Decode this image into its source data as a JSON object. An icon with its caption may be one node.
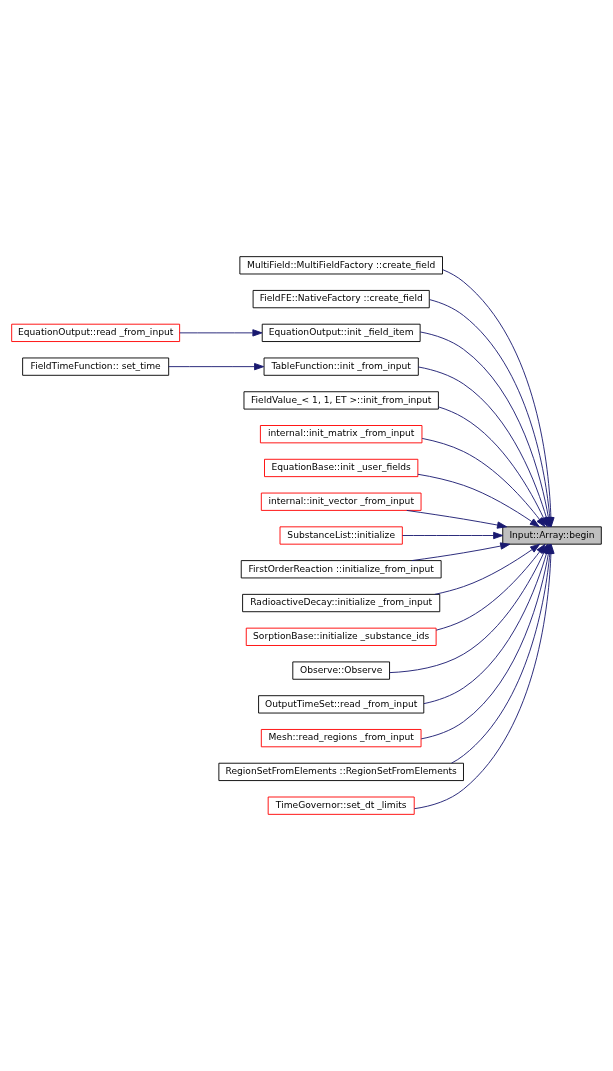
{
  "diagram": {
    "nodes": [
      {
        "text": [
          "MultiField::MultiFieldFactory ::create_field"
        ]
      },
      {
        "text": [
          "FieldFE::NativeFactory ::create_field"
        ]
      },
      {
        "text": [
          "EquationOutput::read _from_input"
        ]
      },
      {
        "text": [
          "EquationOutput::init _field_item"
        ]
      },
      {
        "text": [
          "FieldTimeFunction:: set_time"
        ]
      },
      {
        "text": [
          "TableFunction::init _from_input"
        ]
      },
      {
        "text": [
          "FieldValue_< 1, 1, ET >::init_from_input"
        ]
      },
      {
        "text": [
          "internal::init_matrix _from_input"
        ]
      },
      {
        "text": [
          "EquationBase::init _user_fields"
        ]
      },
      {
        "text": [
          "internal::init_vector _from_input"
        ]
      },
      {
        "text": [
          "SubstanceList::initialize"
        ]
      },
      {
        "text": [
          "Input::Array::begin"
        ]
      },
      {
        "text": [
          "FirstOrderReaction ::initialize_from_input"
        ]
      },
      {
        "text": [
          "RadioactiveDecay::initialize _from_input"
        ]
      },
      {
        "text": [
          "SorptionBase::initialize _substance_ids"
        ]
      },
      {
        "text": [
          "Observe::Observe"
        ]
      },
      {
        "text": [
          "OutputTimeSet::read _from_input"
        ]
      },
      {
        "text": [
          "Mesh::read_regions _from_input"
        ]
      },
      {
        "text": [
          "RegionSetFromElements ::RegionSetFromElements"
        ]
      },
      {
        "text": [
          "TimeGovernor::set_dt _limits"
        ]
      }
    ],
    "edges": [
      {
        "from": 0,
        "to": 11,
        "arrow": "to"
      },
      {
        "from": 1,
        "to": 11,
        "arrow": "to"
      },
      {
        "from": 2,
        "to": 3,
        "arrow": "to"
      },
      {
        "from": 3,
        "to": 11,
        "arrow": "to"
      },
      {
        "from": 4,
        "to": 5,
        "arrow": "to"
      },
      {
        "from": 5,
        "to": 11,
        "arrow": "to"
      },
      {
        "from": 6,
        "to": 11,
        "arrow": "to"
      },
      {
        "from": 7,
        "to": 11,
        "arrow": "to"
      },
      {
        "from": 8,
        "to": 11,
        "arrow": "to"
      },
      {
        "from": 9,
        "to": 11,
        "arrow": "to"
      },
      {
        "from": 10,
        "to": 11,
        "arrow": "to"
      },
      {
        "from": 12,
        "to": 11,
        "arrow": "to"
      },
      {
        "from": 13,
        "to": 11,
        "arrow": "to"
      },
      {
        "from": 14,
        "to": 11,
        "arrow": "to"
      },
      {
        "from": 15,
        "to": 11,
        "arrow": "to"
      },
      {
        "from": 16,
        "to": 11,
        "arrow": "to"
      },
      {
        "from": 17,
        "to": 11,
        "arrow": "to"
      },
      {
        "from": 18,
        "to": 11,
        "arrow": "to"
      },
      {
        "from": 19,
        "to": 11,
        "arrow": "to"
      }
    ]
  }
}
